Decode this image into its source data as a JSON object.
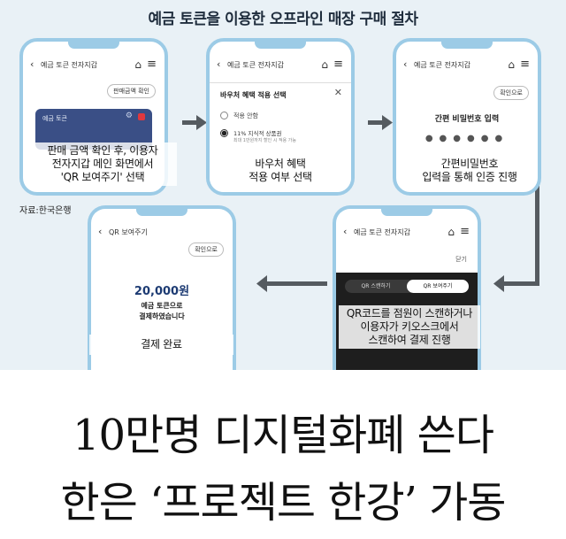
{
  "title": "예금 토큰을 이용한 오프라인 매장 구매 절차",
  "source": "자료:한국은행",
  "phones": {
    "p1": {
      "app_title": "예금 토큰 전자지갑",
      "button": "판매금액 확인",
      "card_label": "예금 토큰",
      "caption": [
        "판매 금액 확인 후, 이용자",
        "전자지갑 메인 화면에서",
        "'QR 보여주기' 선택"
      ]
    },
    "p2": {
      "app_title": "예금 토큰 전자지갑",
      "sheet_title": "바우처 혜택 적용 선택",
      "opt1": "적용 안함",
      "opt2": "11% 지식적 상품권",
      "opt2_sub": "최대 1만원까지 할인 시 적용 가능",
      "caption": [
        "바우처 혜택",
        "적용 여부 선택"
      ]
    },
    "p3": {
      "app_title": "예금 토큰 전자지갑",
      "button": "확인으로",
      "pin_title": "간편 비밀번호 입력",
      "caption": [
        "간편비밀번호",
        "입력을 통해 인증 진행"
      ]
    },
    "p4": {
      "app_title": "예금 토큰 전자지갑",
      "close": "닫기",
      "tab1": "QR 스캔하기",
      "tab2": "QR 보여주기",
      "caption": [
        "QR코드를 점원이 스캔하거나",
        "이용자가 키오스크에서",
        "스캔하여 결제 진행"
      ]
    },
    "p5": {
      "app_title": "QR 보여주기",
      "button": "확인으로",
      "amount": "20,000원",
      "msg1": "예금 토큰으로",
      "msg2": "결제하였습니다",
      "caption": [
        "결제 완료"
      ]
    }
  },
  "headline": {
    "line1": "10만명 디지털화폐 쓴다",
    "line2": "한은 ‘프로젝트 한강’ 가동"
  },
  "colors": {
    "phone_border": "#9ccbe6",
    "background": "#e9f1f6",
    "card": "#3a4f86",
    "arrow": "#555b60"
  }
}
